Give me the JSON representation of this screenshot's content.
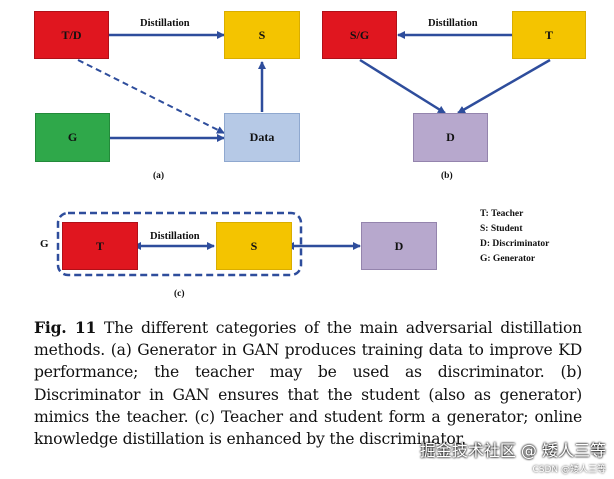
{
  "panel_a": {
    "td": "T/D",
    "s": "S",
    "g": "G",
    "data": "Data",
    "distillation": "Distillation",
    "label": "(a)"
  },
  "panel_b": {
    "sg": "S/G",
    "t": "T",
    "d": "D",
    "distillation": "Distillation",
    "label": "(b)"
  },
  "panel_c": {
    "g_outer": "G",
    "t": "T",
    "s": "S",
    "d": "D",
    "distillation": "Distillation",
    "label": "(c)"
  },
  "legend": [
    "T: Teacher",
    "S: Student",
    "D: Discriminator",
    "G: Generator"
  ],
  "caption": {
    "fig_label": "Fig. 11",
    "text": "The different categories of the main adversarial distillation methods. (a) Generator in GAN produces training data to improve KD performance; the teacher may be used as discriminator. (b) Discriminator in GAN ensures that the student (also as generator) mimics the teacher. (c) Teacher and student form a generator; online knowledge distillation is enhanced by the discriminator."
  },
  "watermark": {
    "main": "掘金技术社区 @ 矮人三等",
    "sub": "CSDN @矮人三等"
  },
  "colors": {
    "red": "#e0161f",
    "yellow": "#f4c400",
    "green": "#2fa84a",
    "lightblue": "#b6c9e6",
    "lavender": "#b7a8cd",
    "arrow": "#2e4d9c"
  }
}
